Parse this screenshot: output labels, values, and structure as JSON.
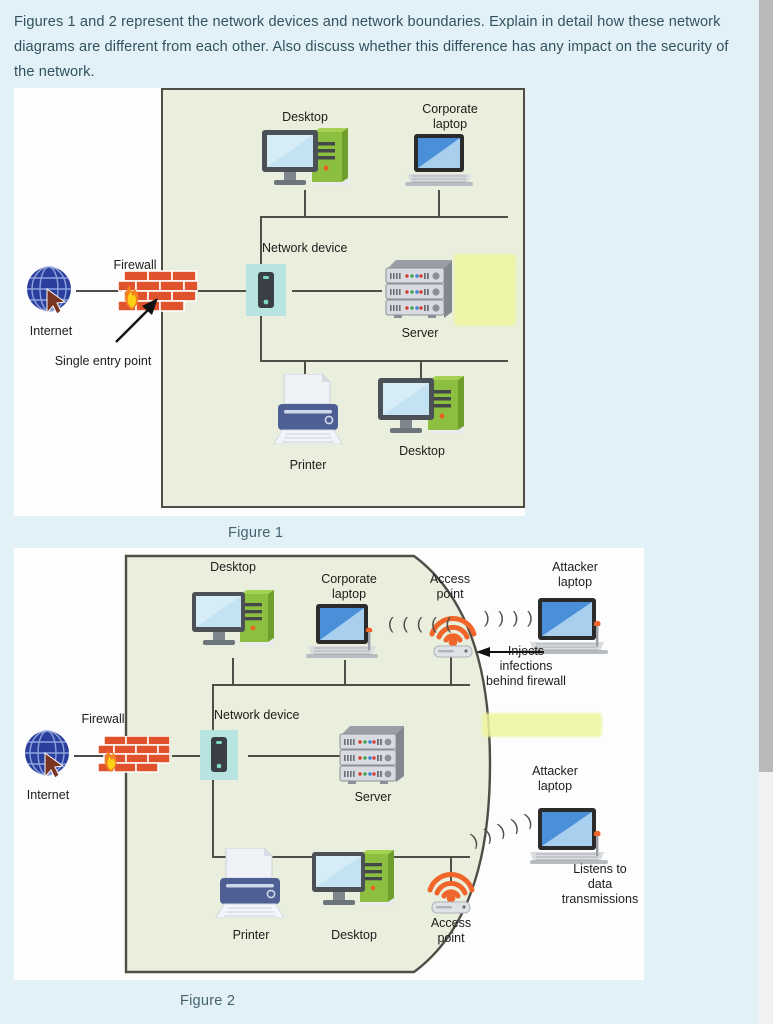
{
  "question": {
    "text": "Figures 1 and 2 represent the network devices and network boundaries. Explain in detail how these network diagrams are different from each other. Also discuss whether this difference has any impact on the security of the network."
  },
  "colors": {
    "page_background": "#e2f1f8",
    "panel_background": "#fdfdfd",
    "boundary_fill": "#e9efdc",
    "boundary_stroke": "#4e4e47",
    "caption_text": "#45636f",
    "question_text": "#33515e",
    "highlight": "#eef59d",
    "scrollbar_thumb": "#b9b9b9",
    "firewall_brick": "#e0522c",
    "flame_orange": "#f58220",
    "globe_blue": "#2a3f9d",
    "server_gray": "#b9bcc4",
    "tower_green": "#8cbf3f",
    "printer_blue": "#4d5f93",
    "laptop_screen_blue": "#4a90d9",
    "network_device_teal": "#b7e4e0",
    "wifi_orange": "#f0652a"
  },
  "figures": [
    {
      "id": "figure-1",
      "caption": "Figure 1",
      "outside_devices": [
        {
          "name": "internet",
          "label": "Internet",
          "icon": "globe-icon"
        },
        {
          "name": "firewall",
          "label": "Firewall",
          "icon": "firewall-brick-icon"
        }
      ],
      "annotations": [
        {
          "name": "single-entry-point",
          "text": "Single entry point"
        }
      ],
      "inside_devices": [
        {
          "name": "desktop-top",
          "label": "Desktop",
          "icon": "desktop-computer-icon"
        },
        {
          "name": "corporate-laptop",
          "label": "Corporate laptop",
          "icon": "laptop-icon"
        },
        {
          "name": "network-device",
          "label": "Network device",
          "icon": "network-switch-icon"
        },
        {
          "name": "server",
          "label": "Server",
          "icon": "server-rack-icon"
        },
        {
          "name": "printer",
          "label": "Printer",
          "icon": "printer-icon"
        },
        {
          "name": "desktop-bottom",
          "label": "Desktop",
          "icon": "desktop-computer-icon"
        }
      ]
    },
    {
      "id": "figure-2",
      "caption": "Figure 2",
      "outside_devices": [
        {
          "name": "internet",
          "label": "Internet",
          "icon": "globe-icon"
        },
        {
          "name": "firewall",
          "label": "Firewall",
          "icon": "firewall-brick-icon"
        }
      ],
      "annotations": [
        {
          "name": "injects-infections",
          "text": "Injects infections behind firewall"
        },
        {
          "name": "listens-to-data",
          "text": "Listens to data transmissions"
        }
      ],
      "inside_devices": [
        {
          "name": "desktop-top",
          "label": "Desktop",
          "icon": "desktop-computer-icon"
        },
        {
          "name": "corporate-laptop",
          "label": "Corporate laptop",
          "icon": "laptop-icon"
        },
        {
          "name": "access-point-top",
          "label": "Access point",
          "icon": "wifi-access-point-icon"
        },
        {
          "name": "network-device",
          "label": "Network device",
          "icon": "network-switch-icon"
        },
        {
          "name": "server",
          "label": "Server",
          "icon": "server-rack-icon"
        },
        {
          "name": "printer",
          "label": "Printer",
          "icon": "printer-icon"
        },
        {
          "name": "desktop-bottom",
          "label": "Desktop",
          "icon": "desktop-computer-icon"
        },
        {
          "name": "access-point-bottom",
          "label": "Access point",
          "icon": "wifi-access-point-icon"
        }
      ],
      "attacker_devices": [
        {
          "name": "attacker-laptop-top",
          "label": "Attacker laptop",
          "icon": "laptop-icon"
        },
        {
          "name": "attacker-laptop-bottom",
          "label": "Attacker laptop",
          "icon": "laptop-icon"
        }
      ]
    }
  ],
  "labels": {
    "fig1_desktop_top": "Desktop",
    "fig1_corporate_laptop_line1": "Corporate",
    "fig1_corporate_laptop_line2": "laptop",
    "fig1_network_device": "Network device",
    "fig1_server": "Server",
    "fig1_printer": "Printer",
    "fig1_desktop_bottom": "Desktop",
    "fig1_firewall": "Firewall",
    "fig1_internet": "Internet",
    "fig1_single_entry": "Single entry point",
    "fig2_desktop_top": "Desktop",
    "fig2_corporate_laptop_line1": "Corporate",
    "fig2_corporate_laptop_line2": "laptop",
    "fig2_access_point_top_line1": "Access",
    "fig2_access_point_top_line2": "point",
    "fig2_attacker_top_line1": "Attacker",
    "fig2_attacker_top_line2": "laptop",
    "fig2_injects_line1": "Injects",
    "fig2_injects_line2": "infections",
    "fig2_injects_line3": "behind firewall",
    "fig2_firewall": "Firewall",
    "fig2_internet": "Internet",
    "fig2_network_device": "Network device",
    "fig2_server": "Server",
    "fig2_attacker_bottom_line1": "Attacker",
    "fig2_attacker_bottom_line2": "laptop",
    "fig2_printer": "Printer",
    "fig2_desktop_bottom": "Desktop",
    "fig2_access_point_bottom_line1": "Access",
    "fig2_access_point_bottom_line2": "point",
    "fig2_listens_line1": "Listens to",
    "fig2_listens_line2": "data",
    "fig2_listens_line3": "transmissions"
  }
}
